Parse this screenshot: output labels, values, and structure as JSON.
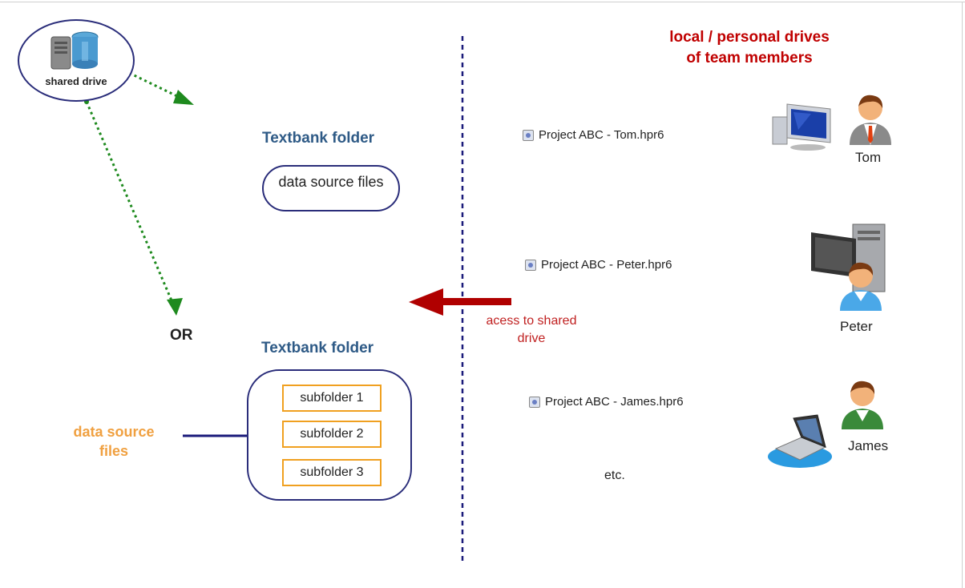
{
  "header": {
    "title_line1": "local / personal drives",
    "title_line2": "of team members"
  },
  "shared_drive": {
    "label": "shared drive"
  },
  "textbank_top": {
    "title": "Textbank folder",
    "content": "data source files"
  },
  "or_label": "OR",
  "textbank_bottom": {
    "title": "Textbank folder",
    "subfolders": [
      "subfolder 1",
      "subfolder 2",
      "subfolder 3"
    ]
  },
  "data_source_label": "data source files",
  "access_label": "acess to shared drive",
  "projects": [
    {
      "file": "Project ABC - Tom.hpr6",
      "person": "Tom"
    },
    {
      "file": "Project ABC - Peter.hpr6",
      "person": "Peter"
    },
    {
      "file": "Project ABC - James.hpr6",
      "person": "James"
    }
  ],
  "etc_label": "etc.",
  "colors": {
    "dashed_divider": "#1a1a7a",
    "green_arrow": "#1e8a1e",
    "red_arrow": "#b00000",
    "navy_arrow": "#1a1a7a",
    "subfolder_border": "#f0a020"
  }
}
